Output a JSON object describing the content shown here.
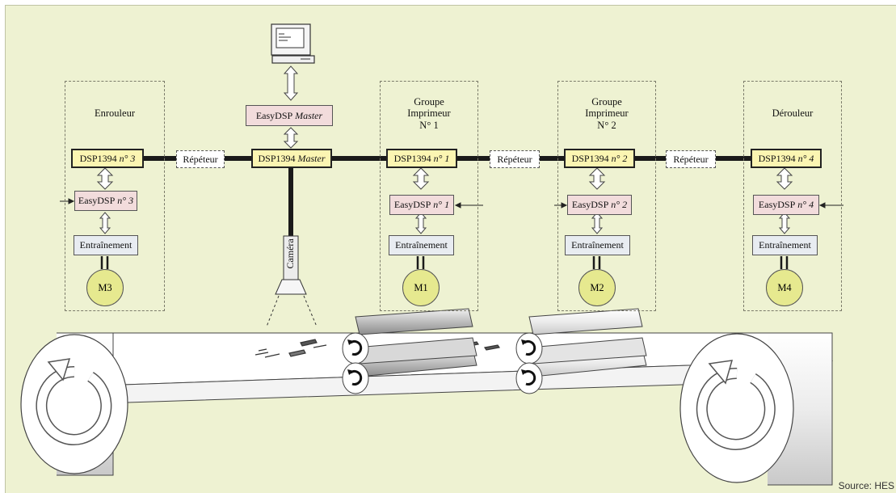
{
  "groups": {
    "winder": {
      "title": "Enrouleur",
      "dsp": {
        "prefix": "DSP1394",
        "suffix": "n° 3"
      },
      "easy": {
        "prefix": "EasyDSP",
        "suffix": "n° 3"
      },
      "drive": "Entraînement",
      "motor": "M3"
    },
    "printer1": {
      "title_lines": [
        "Groupe",
        "Imprimeur",
        "N° 1"
      ],
      "dsp": {
        "prefix": "DSP1394",
        "suffix": "n° 1"
      },
      "easy": {
        "prefix": "EasyDSP",
        "suffix": "n° 1"
      },
      "drive": "Entraînement",
      "motor": "M1"
    },
    "printer2": {
      "title_lines": [
        "Groupe",
        "Imprimeur",
        "N° 2"
      ],
      "dsp": {
        "prefix": "DSP1394",
        "suffix": "n° 2"
      },
      "easy": {
        "prefix": "EasyDSP",
        "suffix": "n° 2"
      },
      "drive": "Entraînement",
      "motor": "M2"
    },
    "unwinder": {
      "title": "Dérouleur",
      "dsp": {
        "prefix": "DSP1394",
        "suffix": "n° 4"
      },
      "easy": {
        "prefix": "EasyDSP",
        "suffix": "n° 4"
      },
      "drive": "Entraînement",
      "motor": "M4"
    }
  },
  "master": {
    "easy": {
      "prefix": "EasyDSP",
      "suffix": "Master"
    },
    "dsp": {
      "prefix": "DSP1394",
      "suffix": "Master"
    },
    "camera": "Caméra"
  },
  "repeaters": [
    "Répéteur",
    "Répéteur",
    "Répéteur"
  ],
  "source": "Source: HES",
  "colors": {
    "background": "#eef2d2",
    "dsp_fill": "#fbf5b2",
    "easydsp_fill": "#f2dcdc",
    "drive_fill": "#e8ecf1",
    "motor_fill": "#e6e98f",
    "bus": "#1a1a1a"
  }
}
